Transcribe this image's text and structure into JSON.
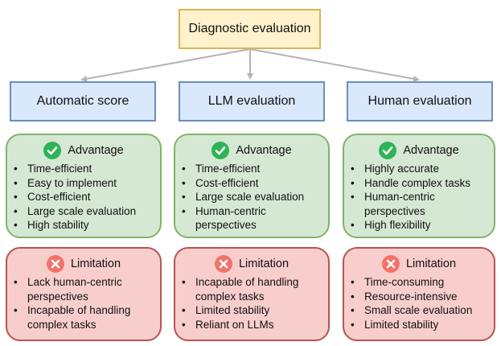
{
  "root": {
    "label": "Diagnostic evaluation"
  },
  "columns": [
    {
      "method": "Automatic score",
      "advantage": {
        "title": "Advantage",
        "items": [
          "Time-efficient",
          "Easy to implement",
          "Cost-efficient",
          "Large scale evaluation",
          "High stability"
        ]
      },
      "limitation": {
        "title": "Limitation",
        "items": [
          "Lack human-centric perspectives",
          "Incapable of handling complex tasks"
        ]
      }
    },
    {
      "method": "LLM evaluation",
      "advantage": {
        "title": "Advantage",
        "items": [
          "Time-efficient",
          "Cost-efficient",
          "Large scale evaluation",
          "Human-centric perspectives"
        ]
      },
      "limitation": {
        "title": "Limitation",
        "items": [
          "Incapable of handling complex tasks",
          "Limited stability",
          "Reliant on LLMs"
        ]
      }
    },
    {
      "method": "Human evaluation",
      "advantage": {
        "title": "Advantage",
        "items": [
          "Highly accurate",
          "Handle complex tasks",
          "Human-centric perspectives",
          "High flexibility"
        ]
      },
      "limitation": {
        "title": "Limitation",
        "items": [
          "Time-consuming",
          "Resource-intensive",
          "Small scale evaluation",
          "Limited stability"
        ]
      }
    }
  ],
  "colors": {
    "root_fill": "#fff2cc",
    "root_border": "#d6b656",
    "method_fill": "#dae8fc",
    "method_border": "#6c8ebf",
    "advantage_fill": "#d5e8d4",
    "advantage_border": "#82b366",
    "check_icon": "#2db457",
    "limitation_fill": "#f8cecc",
    "limitation_border": "#b85450",
    "cross_icon": "#f0736c",
    "arrow": "#b3b3b3"
  },
  "icons": {
    "advantage": "check-circle-icon",
    "limitation": "cross-circle-icon"
  }
}
